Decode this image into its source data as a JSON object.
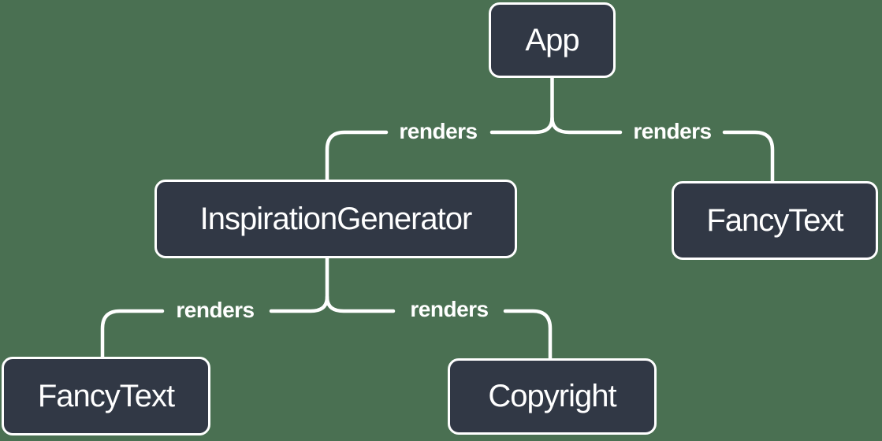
{
  "colors": {
    "background": "#4a7052",
    "node_fill": "#313845",
    "stroke": "#ffffff",
    "text": "#ffffff"
  },
  "nodes": {
    "app": {
      "label": "App"
    },
    "inspiration_generator": {
      "label": "InspirationGenerator"
    },
    "fancy_text_top": {
      "label": "FancyText"
    },
    "fancy_text_bottom": {
      "label": "FancyText"
    },
    "copyright": {
      "label": "Copyright"
    }
  },
  "edges": [
    {
      "from": "App",
      "to": "InspirationGenerator",
      "label": "renders"
    },
    {
      "from": "App",
      "to": "FancyText",
      "label": "renders"
    },
    {
      "from": "InspirationGenerator",
      "to": "FancyText",
      "label": "renders"
    },
    {
      "from": "InspirationGenerator",
      "to": "Copyright",
      "label": "renders"
    }
  ]
}
